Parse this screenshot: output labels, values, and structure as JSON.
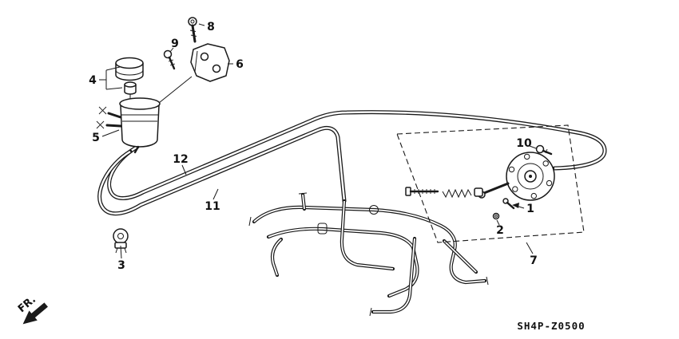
{
  "diagram": {
    "drawing_code": "SH4P-Z0500",
    "fr_label": "FR.",
    "labels": {
      "n1": "1",
      "n2": "2",
      "n3": "3",
      "n4": "4",
      "n5": "5",
      "n6": "6",
      "n7": "7",
      "n8": "8",
      "n9": "9",
      "n10": "10",
      "n11": "11",
      "n12": "12"
    },
    "colors": {
      "line": "#1a1a1a",
      "background": "#ffffff"
    }
  }
}
